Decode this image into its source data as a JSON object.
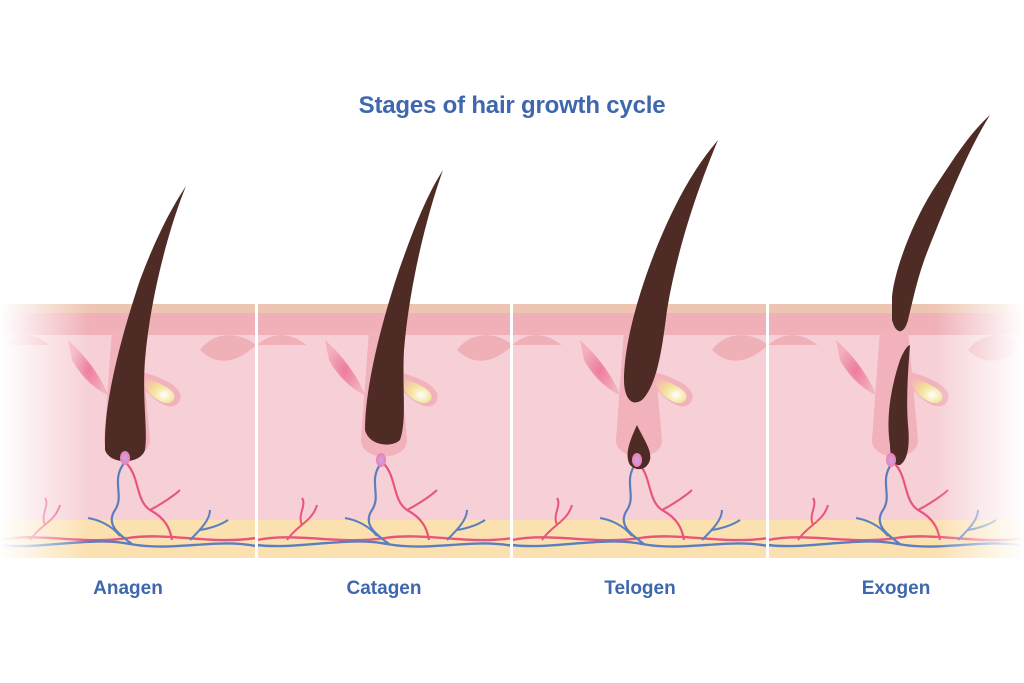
{
  "title": "Stages of hair growth cycle",
  "stages": [
    {
      "label": "Anagen"
    },
    {
      "label": "Catagen"
    },
    {
      "label": "Telogen"
    },
    {
      "label": "Exogen"
    }
  ],
  "colors": {
    "text": "#3f67ad",
    "hair": "#4f2b26",
    "epidermis_top": "#eec5b2",
    "epidermis": "#f0b0b7",
    "dermis": "#f6d0d6",
    "fat": "#fbe0b0",
    "artery": "#e8557a",
    "vein": "#5a7fc0",
    "gland": "#f2e08a"
  }
}
